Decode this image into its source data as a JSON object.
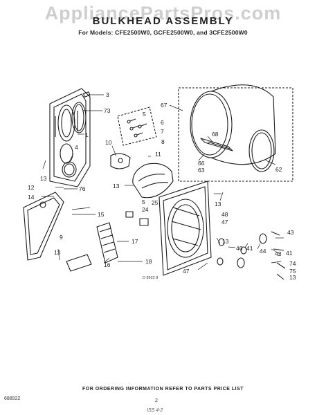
{
  "watermark": "AppliancePartsPros.com",
  "header": {
    "title": "BULKHEAD ASSEMBLY",
    "models": "For Models: CFE2500W0, GCFE2500W0, and 3CFE2500W0"
  },
  "diagram_id": "D 8922 8",
  "footer": {
    "ordering_note": "FOR ORDERING INFORMATION REFER TO PARTS PRICE LIST",
    "part_code": "688922",
    "page_number": "2",
    "handwritten_note": "ISS 4-2"
  },
  "callouts": [
    "3",
    "73",
    "1",
    "4",
    "13",
    "12",
    "76",
    "14",
    "5",
    "6",
    "7",
    "8",
    "10",
    "11",
    "13",
    "67",
    "68",
    "66",
    "63",
    "62",
    "5",
    "24",
    "25",
    "15",
    "9",
    "17",
    "16",
    "18",
    "13",
    "13",
    "48",
    "47",
    "13",
    "46",
    "41",
    "44",
    "43",
    "41",
    "42",
    "74",
    "75",
    "13",
    "47"
  ]
}
